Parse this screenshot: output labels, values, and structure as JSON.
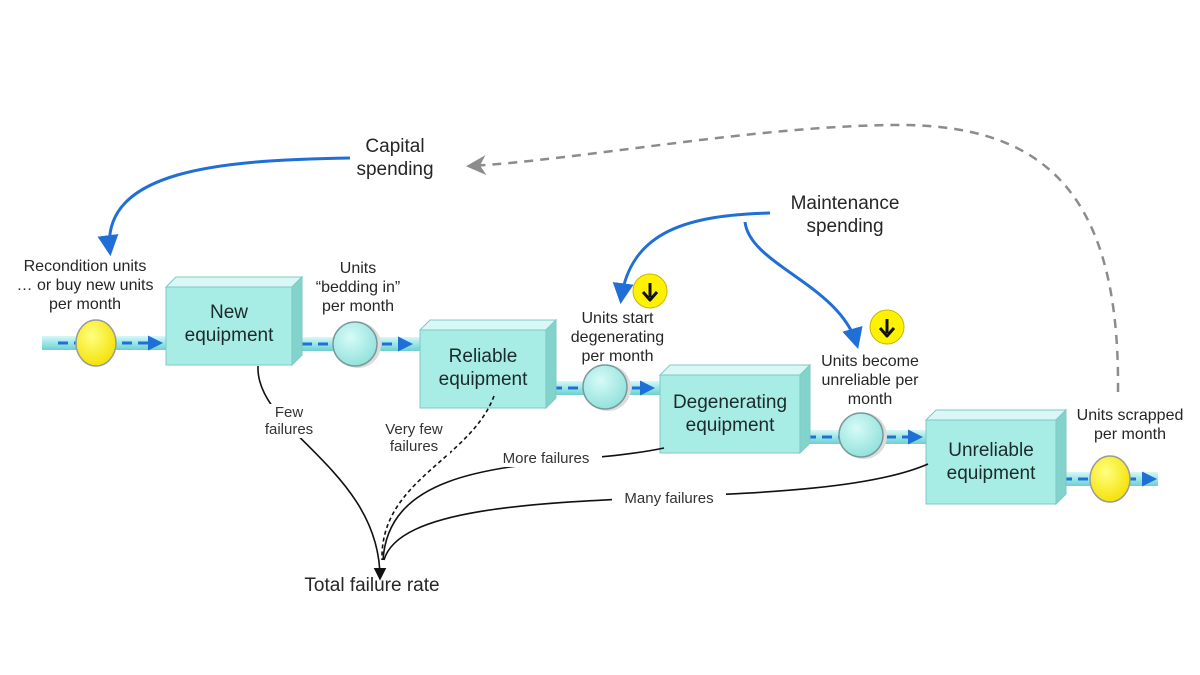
{
  "stocks": {
    "new": "New\nequipment",
    "reliable": "Reliable\nequipment",
    "degenerating": "Degenerating\nequipment",
    "unreliable": "Unreliable\nequipment"
  },
  "flows": {
    "inflow": "Recondition units\n… or buy new units\nper month",
    "bedding": "Units\n“bedding in”\nper month",
    "start_degen": "Units start\ndegenerating\nper month",
    "become_unreliable": "Units become\nunreliable per\nmonth",
    "scrapped": "Units scrapped\nper month"
  },
  "variables": {
    "capital": "Capital\nspending",
    "maintenance": "Maintenance\nspending",
    "total_failure": "Total failure rate"
  },
  "links": {
    "few": "Few\nfailures",
    "very_few": "Very few\nfailures",
    "more": "More failures",
    "many": "Many failures"
  },
  "colors": {
    "stock_fill": "#a8ece6",
    "pipe": "#9be6e6",
    "arrow_blue": "#1f6fd6",
    "valve_yellow": "#ffee00",
    "valve_cyan": "#a6ece8"
  },
  "icons": {
    "down_marker": "arrow-down-icon"
  }
}
